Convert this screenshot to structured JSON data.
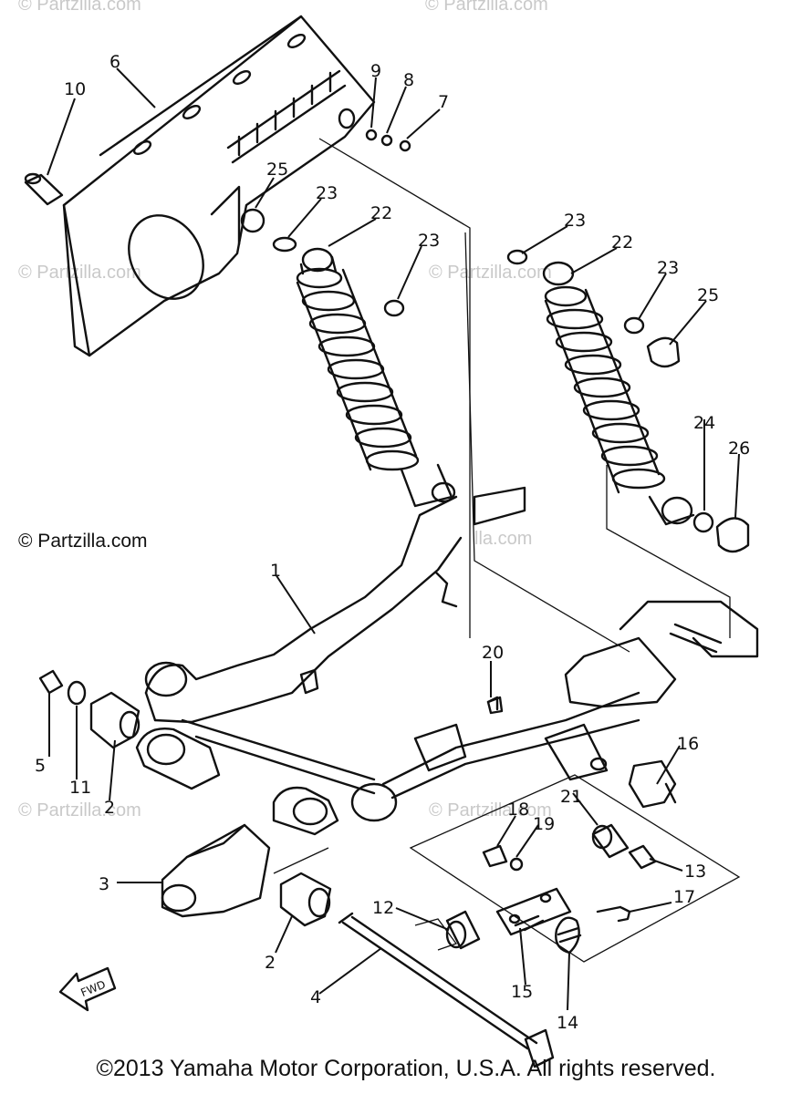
{
  "diagram": {
    "callouts": [
      "1",
      "2",
      "2",
      "3",
      "4",
      "5",
      "6",
      "7",
      "8",
      "9",
      "10",
      "11",
      "12",
      "13",
      "14",
      "15",
      "16",
      "17",
      "18",
      "19",
      "20",
      "21",
      "22",
      "22",
      "23",
      "23",
      "23",
      "23",
      "24",
      "25",
      "25",
      "26"
    ]
  },
  "fwd_label": "FWD",
  "watermarks": {
    "site": "© Partzilla.com",
    "site_short": "© Partzilla",
    "site_fragment": "lla.com",
    "site_fragment_2": "Partzilla.com"
  },
  "copyright": "©2013 Yamaha Motor Corporation, U.S.A. All rights reserved."
}
